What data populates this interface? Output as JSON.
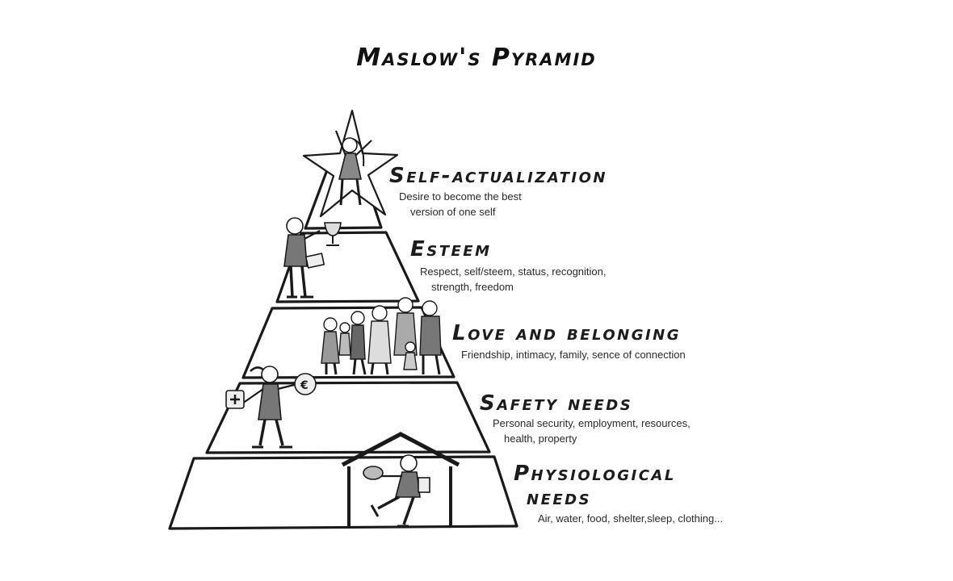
{
  "title": "Maslow's Pyramid",
  "levels": [
    {
      "name": "Self-actualization",
      "description_lines": [
        "Desire to become the best",
        "version of one self"
      ],
      "icon": "star-figure-icon"
    },
    {
      "name": "Esteem",
      "description_lines": [
        "Respect, self/steem, status, recognition,",
        "strength, freedom"
      ],
      "icon": "trophy-figure-icon"
    },
    {
      "name": "Love and belonging",
      "description_lines": [
        "Friendship, intimacy, family, sence of connection"
      ],
      "icon": "group-figure-icon"
    },
    {
      "name": "Safety needs",
      "description_lines": [
        "Personal security, employment, resources,",
        "health, property"
      ],
      "icon": "money-health-figure-icon"
    },
    {
      "name_lines": [
        "Physiological",
        "needs"
      ],
      "description_lines": [
        "Air, water, food, shelter,sleep, clothing..."
      ],
      "icon": "shelter-food-figure-icon"
    }
  ]
}
